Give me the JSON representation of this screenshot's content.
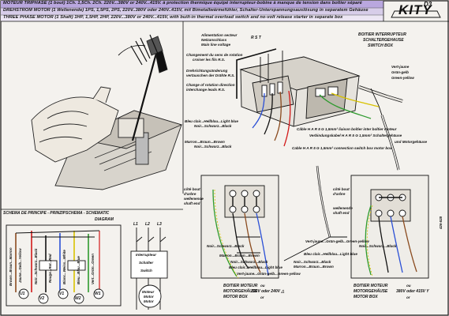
{
  "header": {
    "line1": "MOTEUR TRIPHASE (1 bout) 1Ch. 1,5Ch. 2Ch. 220V...380V or 240V...415V. à protection thermique équipé interrupteur-bobine à manque de tension dans boîtier séparé",
    "line2": "DREHSTROM MOTOR (1 Wellenende) 1PS, 1,5PS, 2PS, 220V..380V oder 240V..415V, mit Bimetallwärmefühler, Schalter-Unterspannungsauslösung in separatem Gehäuse",
    "line3": "THREE PHASE MOTOR (1 Shaft) 1HP, 1,5HP, 2HP, 220V...380V or 240V...415V, with built-in thermal overload switch and no-volt release starter in separate box"
  },
  "brand": {
    "logo": "KITY",
    "code": "D3",
    "side_code": "426-828"
  },
  "supply": {
    "l1": "Alimentation secteur",
    "l2": "Netzanschluss",
    "l3": "Main line voltage",
    "rst": "R S T"
  },
  "switch_box_label": {
    "l1": "BOITIER   INTERRUPTEUR",
    "l2": "SCHALTERGEHAUSE",
    "l3": "SWITCH   BOX"
  },
  "earth_colors": {
    "l1": "Vert-jaune",
    "l2": "Grün-gelb",
    "l3": "Green-yellow"
  },
  "rotation_notes": {
    "l1": "Changement du sens de rotation",
    "l2": "croiser les fils   R.S.",
    "l3": "Drehrichtungsänderung",
    "l4": "vertauschen der Drähte  R.S.",
    "l5": "Change of rotation direction",
    "l6": "interchange leads  R.S."
  },
  "cable_notes": {
    "blue": "Bleu clair...Hellblau...Light blue",
    "black1": "Noir...Schwarz...Black",
    "brown": "Marron...Braun...Brown",
    "black2": "Noir...Schwarz...Black",
    "c1": "Câble H A R 5 G 1,5mm² liaison boîtier inter boîtier moteur",
    "c2": "Verbindungskabel H A R 5 G 1,5mm² Schaltergehäuse",
    "c3": "Cable H A R 5 G 1,5mm² connection switch box motor box",
    "motor_box": "und Motorgehäuse"
  },
  "left_box": {
    "shaft": [
      "côté bout",
      "d'arbre",
      "wellenende",
      "shaft end"
    ],
    "noir": "Noir...Schwarz...Black",
    "marron": "Marron...Braun...Brown",
    "noir2": "Noir...Schwarz...Black",
    "bleu": "Bleu clair...Hellblau...Light blue",
    "vj": "Vert-jaune...Grün-gelb...Green-yellow",
    "title": [
      "BOITIER  MOTEUR",
      "MOTORGEHÄUSE",
      "MOTOR  BOX"
    ],
    "voltage": "220V oder 240V △",
    "ou": "ou",
    "or": "or"
  },
  "right_box": {
    "shaft": [
      "côté bout",
      "d'arbre",
      "wellenende",
      "shaft end"
    ],
    "vj": "Vert-jaune...Grün-gelb...Green-yellow",
    "noir": "Noir...Schwarz...Black",
    "bleu": "Bleu clair...Hellblau...Light blue",
    "noir2": "Noir...Schwarz...Black",
    "marron": "Marron...Braun...Brown",
    "title": [
      "BOITIER  MOTEUR",
      "MOTORGEHÄUSE",
      "MOTOR  BOX"
    ],
    "voltage": "380V oder 415V Y",
    "ou": "ou",
    "or": "or"
  },
  "schema": {
    "title": "SCHEMA DE PRINCIPE - PRINZIPSCHEMA - SCHEMATIC",
    "subtitle": "DIAGRAM",
    "terminals": [
      "U1",
      "V2",
      "V1",
      "W2",
      "W1"
    ],
    "wires": [
      "Brown...Braun...Marron",
      "Jaune...Gelb...Yellow",
      "Noir...Schwarz...Black",
      "Rouge...Rot...Red",
      "Blanc...Weiss...White",
      "Bleu...Blau...Blue",
      "Vert...Grün...Green"
    ],
    "lines": [
      "L1",
      "L2",
      "L3"
    ],
    "switch_box": [
      "Interrupteur",
      "Schalter",
      "Switch"
    ],
    "motor": [
      "Moteur",
      "Motor",
      "Motor"
    ]
  },
  "colors": {
    "paper": "#f4f2ee",
    "ink": "#111111",
    "blue_wire": "#2a4fd6",
    "brown_wire": "#8a4a1e",
    "red_wire": "#d21818",
    "green_wire": "#2e9a2e",
    "yellow_wire": "#d8c200",
    "black_wire": "#111111",
    "header_band": "#7a5fb3"
  }
}
